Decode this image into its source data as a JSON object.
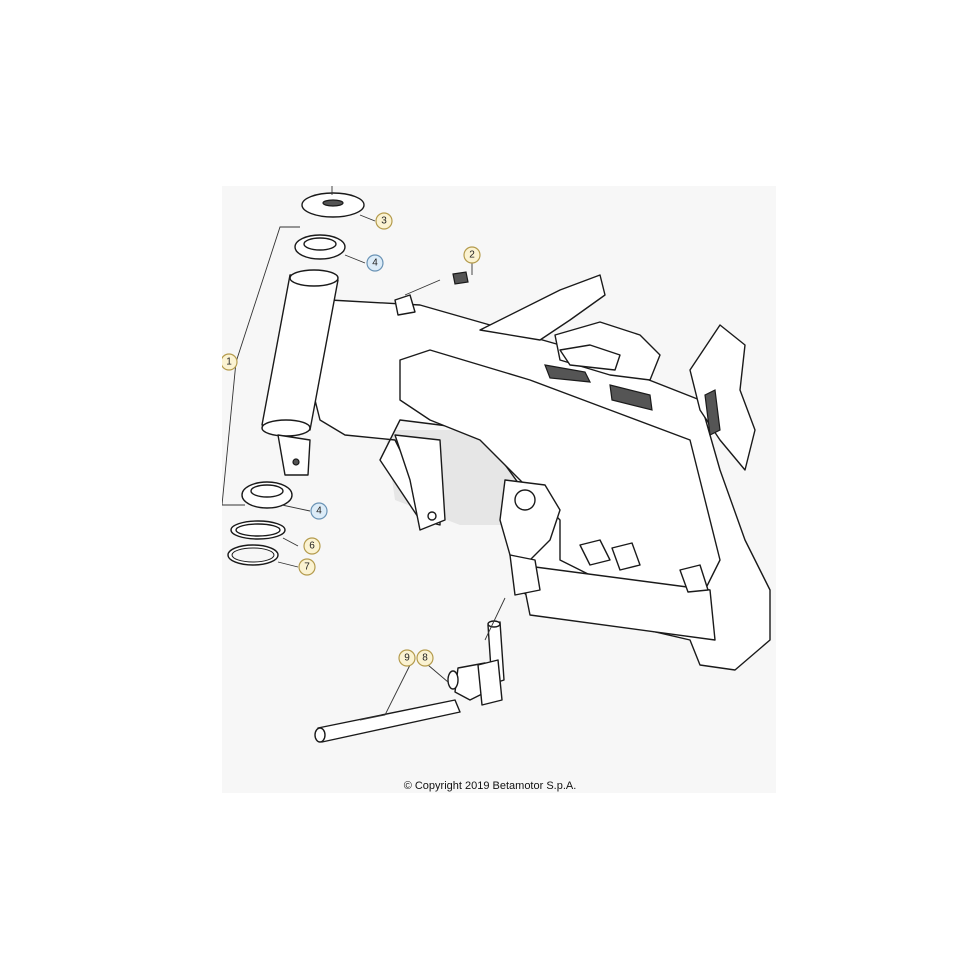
{
  "callouts": [
    {
      "id": "callout-1",
      "label": "1",
      "color": "#fbf3d2",
      "stroke": "#b49b4c"
    },
    {
      "id": "callout-2",
      "label": "2",
      "color": "#fbf3d2",
      "stroke": "#b49b4c"
    },
    {
      "id": "callout-3",
      "label": "3",
      "color": "#fbf3d2",
      "stroke": "#b49b4c"
    },
    {
      "id": "callout-4a",
      "label": "4",
      "color": "#dcecf8",
      "stroke": "#6a93b5"
    },
    {
      "id": "callout-4b",
      "label": "4",
      "color": "#dcecf8",
      "stroke": "#6a93b5"
    },
    {
      "id": "callout-6",
      "label": "6",
      "color": "#fbf3d2",
      "stroke": "#b49b4c"
    },
    {
      "id": "callout-7",
      "label": "7",
      "color": "#fbf3d2",
      "stroke": "#b49b4c"
    },
    {
      "id": "callout-8",
      "label": "8",
      "color": "#fbf3d2",
      "stroke": "#b49b4c"
    },
    {
      "id": "callout-9",
      "label": "9",
      "color": "#fbf3d2",
      "stroke": "#b49b4c"
    }
  ],
  "copyright": "© Copyright 2019 Betamotor S.p.A."
}
